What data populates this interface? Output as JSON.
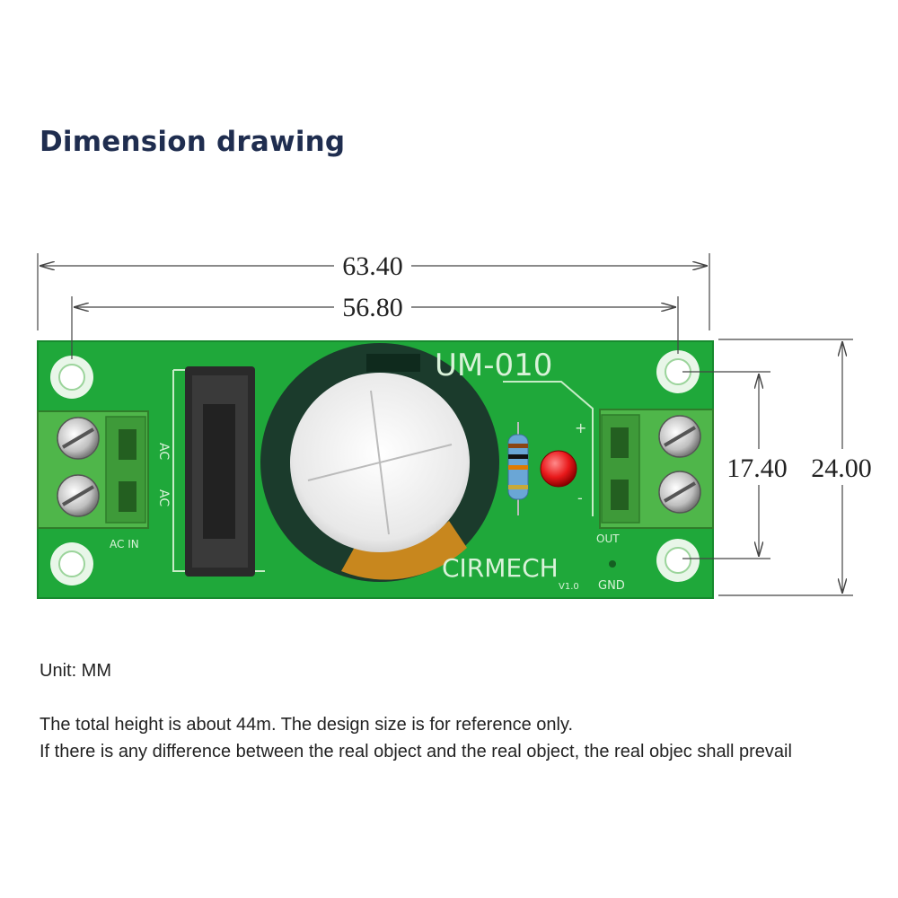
{
  "title": "Dimension drawing",
  "dimensions": {
    "overall_length": "63.40",
    "hole_spacing_length": "56.80",
    "hole_spacing_width": "17.40",
    "overall_width": "24.00"
  },
  "board": {
    "model": "UM-010",
    "brand": "CIRMECH",
    "version": "V1.0",
    "input_labels": [
      "AC",
      "AC"
    ],
    "input_caption": "AC IN",
    "output_caption": "OUT",
    "gnd_label": "GND",
    "plus_label": "+",
    "minus_label": "-"
  },
  "notes": {
    "unit": "Unit: MM",
    "line1": "The total height is about 44m. The design size is for reference only.",
    "line2": "If there is any difference between the real object and the real object, the real objec shall prevail"
  },
  "colors": {
    "title": "#1f2d4f",
    "pcb": "#1fa83a",
    "terminal": "#4fb64a",
    "capacitor": "#1b3b2c",
    "led": "#e8181a"
  }
}
